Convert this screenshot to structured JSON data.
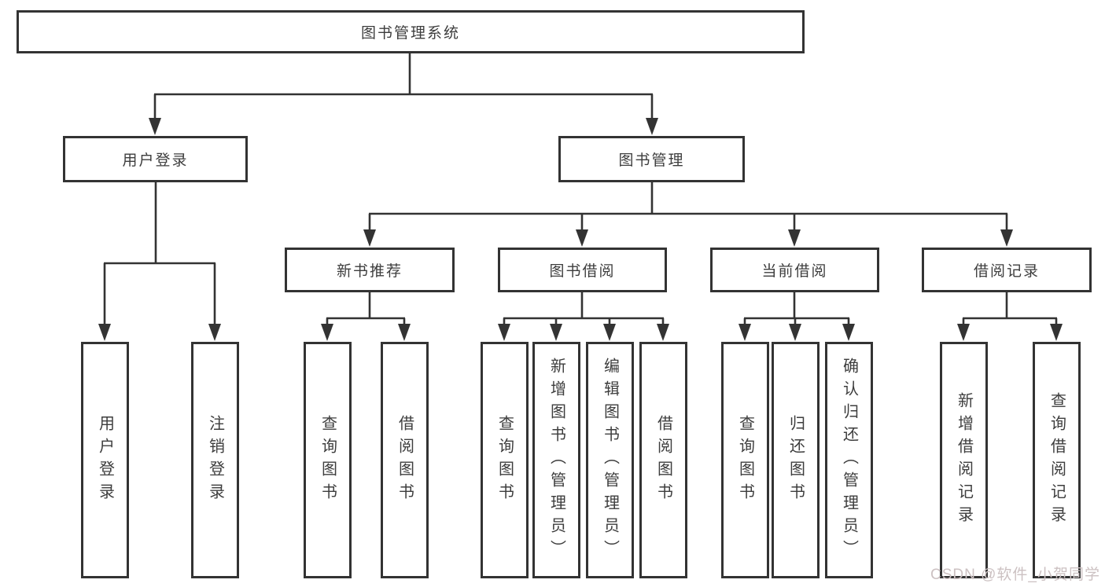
{
  "diagram_title": "图书管理系统",
  "tree": {
    "root": {
      "label": "图书管理系统"
    },
    "branches": [
      {
        "label": "用户登录",
        "children": [
          {
            "label": "用户登录"
          },
          {
            "label": "注销登录"
          }
        ]
      },
      {
        "label": "图书管理",
        "children": [
          {
            "label": "新书推荐",
            "children": [
              {
                "label": "查询图书"
              },
              {
                "label": "借阅图书"
              }
            ]
          },
          {
            "label": "图书借阅",
            "children": [
              {
                "label": "查询图书"
              },
              {
                "label": "新增图书（管理员）"
              },
              {
                "label": "编辑图书（管理员）"
              },
              {
                "label": "借阅图书"
              }
            ]
          },
          {
            "label": "当前借阅",
            "children": [
              {
                "label": "查询图书"
              },
              {
                "label": "归还图书"
              },
              {
                "label": "确认归还（管理员）"
              }
            ]
          },
          {
            "label": "借阅记录",
            "children": [
              {
                "label": "新增借阅记录"
              },
              {
                "label": "查询借阅记录"
              }
            ]
          }
        ]
      }
    ]
  },
  "watermark": {
    "text": "CSDN @软件_小贺同学"
  },
  "colors": {
    "line": "#333333",
    "box_border": "#333333",
    "box_fill": "#ffffff",
    "text": "#3d3d3d",
    "watermark": "#ccc1c2"
  }
}
